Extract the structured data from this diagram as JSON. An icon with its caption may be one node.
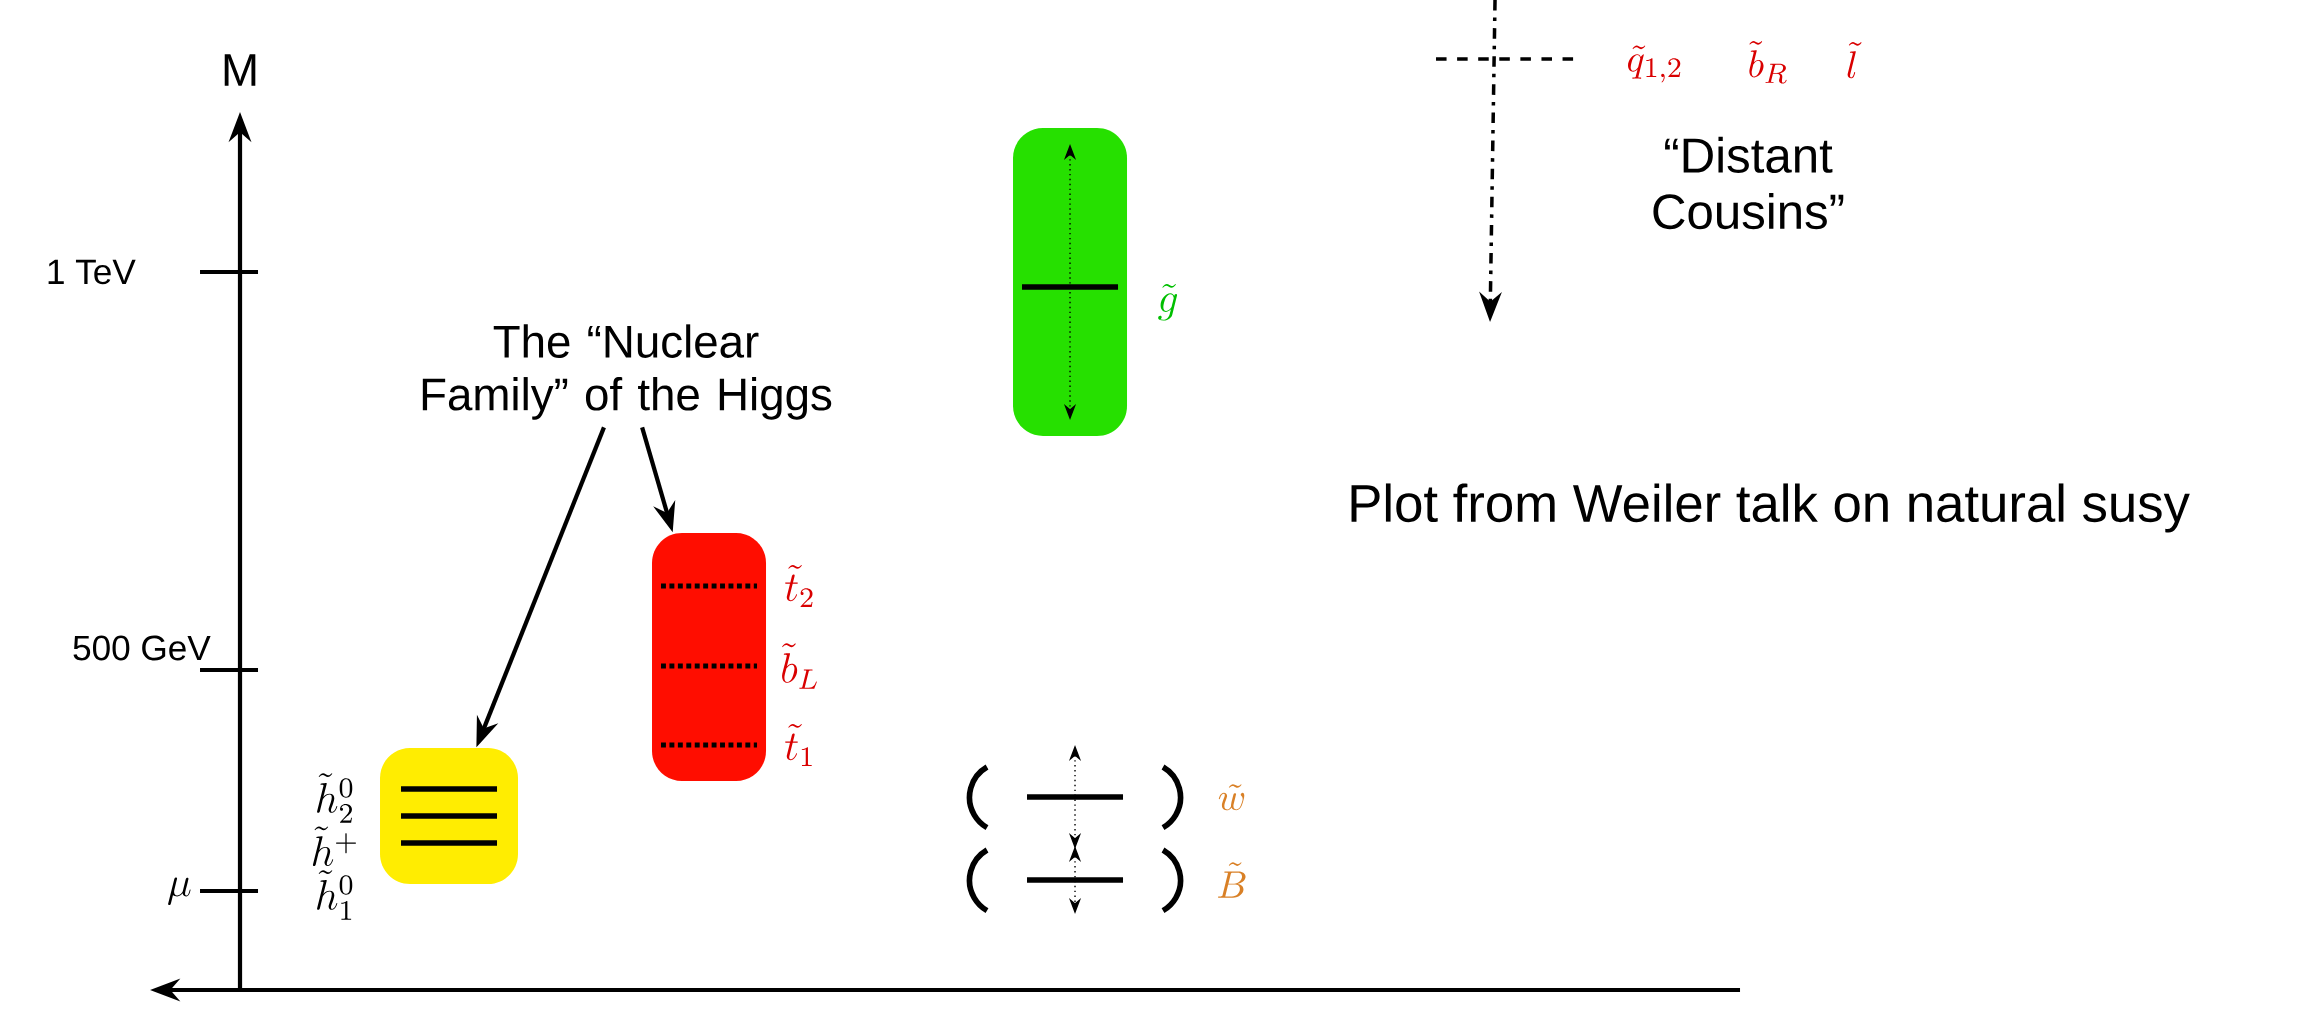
{
  "diagram": {
    "nodes": [
      {
        "text": [
          "The “Nuclear Family” of the Higgs"
        ]
      },
      {
        "text": [],
        "shape": "box",
        "beside": [
          "\\tilde{h}^0_2",
          "\\tilde{h}^+",
          "\\tilde{h}^0_1"
        ]
      },
      {
        "text": [],
        "shape": "box",
        "beside": [
          "\\tilde{t}_2",
          "\\tilde{b}_L",
          "\\tilde{t}_1"
        ]
      },
      {
        "text": [],
        "shape": "box",
        "beside": [
          "\\tilde{g}"
        ]
      }
    ],
    "edges": [
      {
        "from": 0,
        "to": 1,
        "arrow": "to"
      },
      {
        "from": 0,
        "to": 2,
        "arrow": "to"
      }
    ],
    "labels": [
      "M",
      "1 TeV",
      "500 GeV",
      "\\mu",
      "\\tilde{w}",
      "\\tilde{B}",
      "\\tilde{q}_{1,2}",
      "\\tilde{b}_R",
      "\\tilde{l}",
      "“Distant Cousins”",
      "Plot from Weiler talk on natural susy"
    ]
  }
}
